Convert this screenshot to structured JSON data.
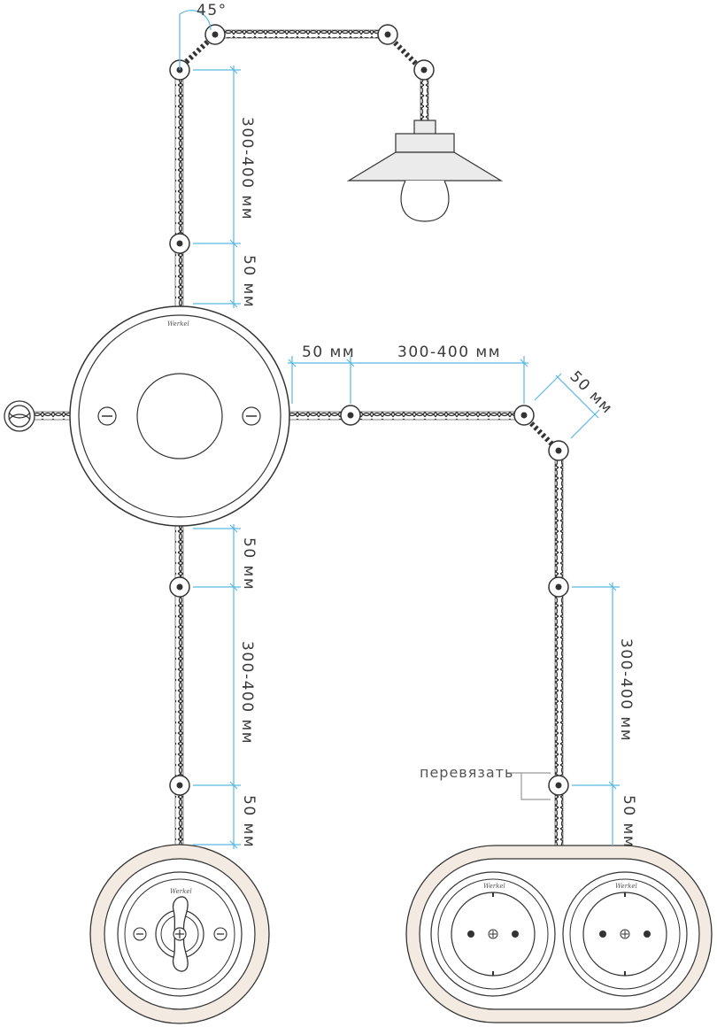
{
  "labels": {
    "angle": "45°",
    "dim_left_top_long": "300-400 мм",
    "dim_left_top_short": "50 мм",
    "dim_horizontal_short": "50 мм",
    "dim_horizontal_long": "300-400 мм",
    "dim_diagonal": "50 мм",
    "dim_left_bottom_short": "50 мм",
    "dim_left_bottom_long": "300-400 мм",
    "dim_left_bottom_end": "50 мм",
    "dim_right_long": "300-400 мм",
    "dim_right_end": "50 мм",
    "cut_note": "перевязать",
    "brand_box": "Werkel",
    "brand_switch": "Werkel",
    "brand_socket_left": "Werkel",
    "brand_socket_right": "Werkel"
  },
  "colors": {
    "line": "#333333",
    "dimension": "#5bb7e0",
    "device_fill": "#f3ebe1",
    "note_line": "#999999"
  }
}
